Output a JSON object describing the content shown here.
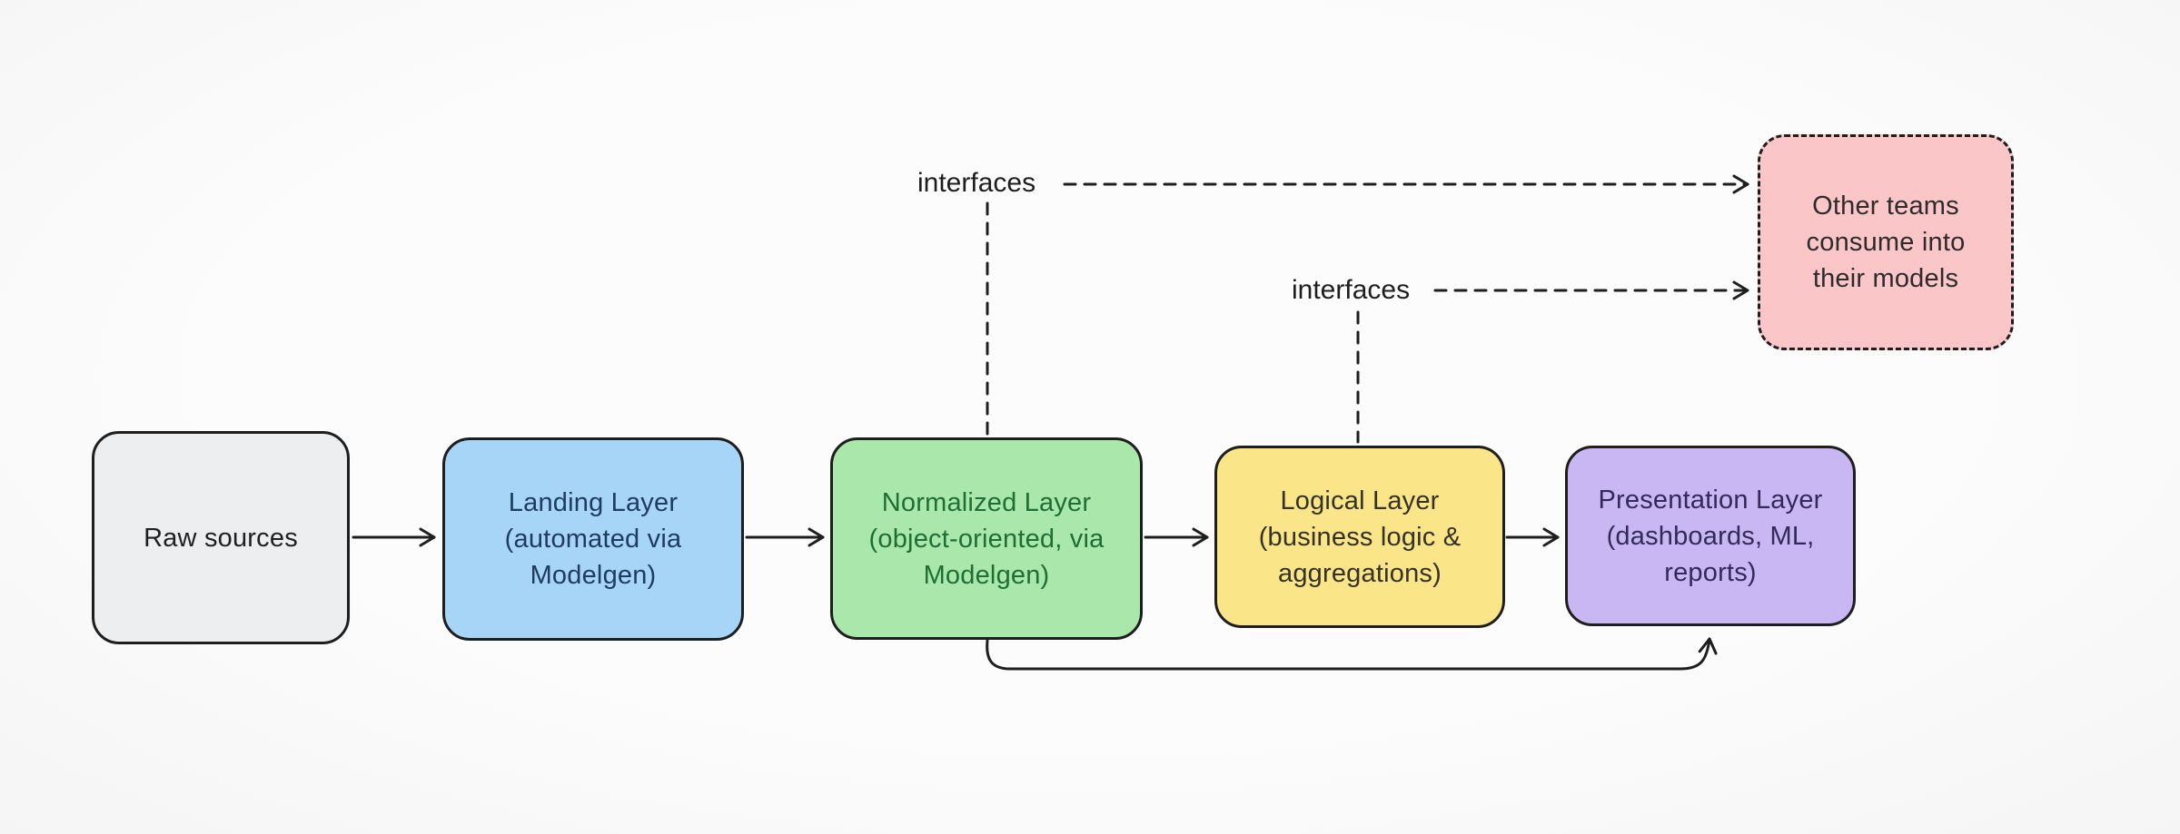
{
  "diagram": {
    "background_color": "#fbfbfb",
    "stroke_color": "#1e1e1e",
    "nodes": [
      {
        "id": "raw-sources",
        "lines": [
          "Raw sources"
        ],
        "fill": "#eceef0",
        "text_color": "#202020",
        "border": "solid"
      },
      {
        "id": "landing-layer",
        "lines": [
          "Landing Layer",
          "(automated via",
          "Modelgen)"
        ],
        "fill": "#a7d5f7",
        "text_color": "#1d3c5f",
        "border": "solid"
      },
      {
        "id": "normalized-layer",
        "lines": [
          "Normalized Layer",
          "(object-oriented, via",
          "Modelgen)"
        ],
        "fill": "#a9e7aa",
        "text_color": "#1f6e35",
        "border": "solid"
      },
      {
        "id": "logical-layer",
        "lines": [
          "Logical Layer",
          "(business logic &",
          "aggregations)"
        ],
        "fill": "#fae588",
        "text_color": "#343127",
        "border": "solid"
      },
      {
        "id": "presentation-layer",
        "lines": [
          "Presentation Layer",
          "(dashboards, ML,",
          "reports)"
        ],
        "fill": "#c9b7f3",
        "text_color": "#33295a",
        "border": "solid"
      },
      {
        "id": "other-teams",
        "lines": [
          "Other teams",
          "consume into",
          "their models"
        ],
        "fill": "#fbc6c8",
        "text_color": "#2d2b2b",
        "border": "dashed"
      }
    ],
    "edge_labels": [
      {
        "id": "interfaces-1",
        "text": "interfaces"
      },
      {
        "id": "interfaces-2",
        "text": "interfaces"
      }
    ],
    "edges": [
      {
        "from": "raw-sources",
        "to": "landing-layer",
        "style": "solid-arrow"
      },
      {
        "from": "landing-layer",
        "to": "normalized-layer",
        "style": "solid-arrow"
      },
      {
        "from": "normalized-layer",
        "to": "logical-layer",
        "style": "solid-arrow"
      },
      {
        "from": "logical-layer",
        "to": "presentation-layer",
        "style": "solid-arrow"
      },
      {
        "from": "normalized-layer",
        "to": "other-teams",
        "style": "dashed-arrow",
        "label": "interfaces"
      },
      {
        "from": "logical-layer",
        "to": "other-teams",
        "style": "dashed-arrow",
        "label": "interfaces"
      },
      {
        "from": "normalized-layer",
        "to": "presentation-layer",
        "style": "solid-arrow-under"
      }
    ]
  }
}
